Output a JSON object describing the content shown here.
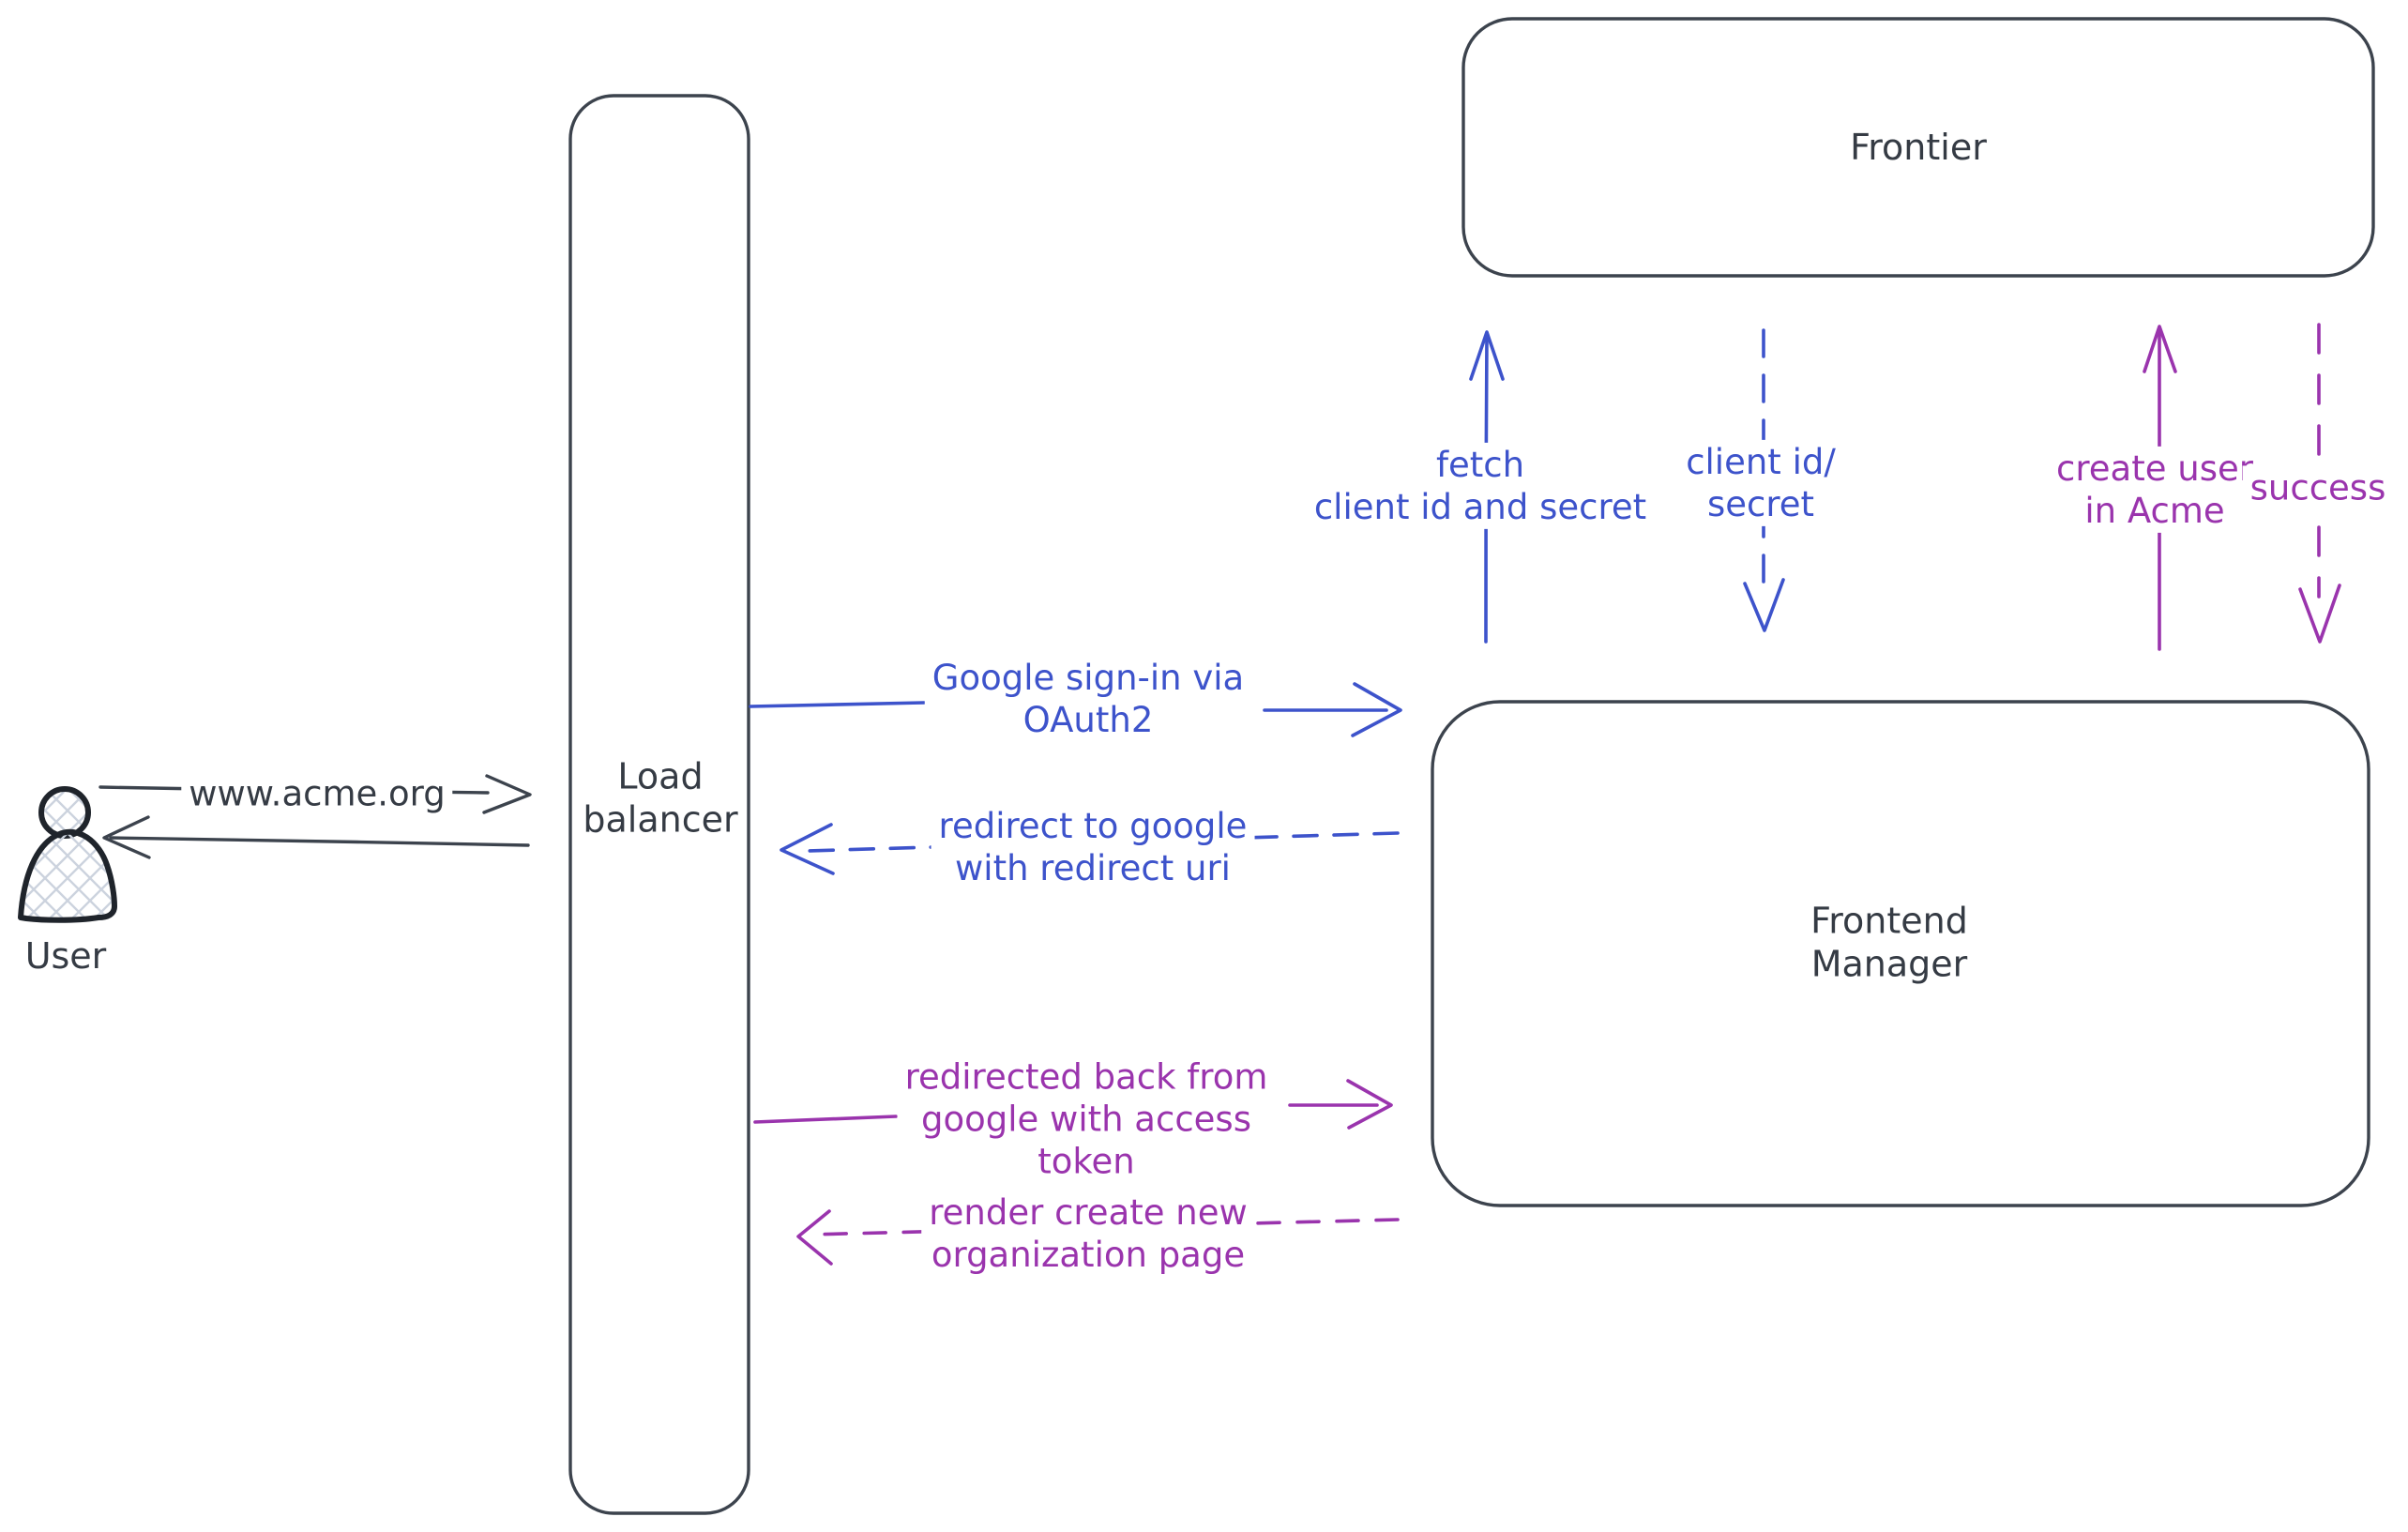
{
  "diagram": {
    "palette": {
      "ink": "#3c434d",
      "blue": "#3d53cb",
      "purple": "#9a34ad"
    },
    "nodes": {
      "user": {
        "label": "User",
        "shape": "person"
      },
      "load_balancer": {
        "label": "Load\nbalancer",
        "shape": "rounded-rect"
      },
      "frontier": {
        "label": "Frontier",
        "shape": "rounded-rect"
      },
      "frontend_manager": {
        "label": "Frontend\nManager",
        "shape": "rounded-rect"
      }
    },
    "edges": {
      "user_request": {
        "label": "www.acme.org",
        "style": "solid",
        "color": "#3c434d",
        "from": "user",
        "to": "load_balancer"
      },
      "lb_response": {
        "label": "",
        "style": "solid",
        "color": "#3c434d",
        "from": "load_balancer",
        "to": "user"
      },
      "google_signin": {
        "label": "Google sign-in via\nOAuth2",
        "style": "solid",
        "color": "#3d53cb",
        "from": "load_balancer",
        "to": "frontend_manager"
      },
      "redirect_google": {
        "label": "redirect to google\nwith redirect uri",
        "style": "dashed",
        "color": "#3d53cb",
        "from": "frontend_manager",
        "to": "load_balancer"
      },
      "redirected_back": {
        "label": "redirected back from\ngoogle with access\ntoken",
        "style": "solid",
        "color": "#9a34ad",
        "from": "load_balancer",
        "to": "frontend_manager"
      },
      "render_create": {
        "label": "render create new\norganization page",
        "style": "dashed",
        "color": "#9a34ad",
        "from": "frontend_manager",
        "to": "load_balancer"
      },
      "fetch_client": {
        "label": "fetch\nclient id and secret",
        "style": "solid",
        "color": "#3d53cb",
        "from": "frontend_manager",
        "to": "frontier"
      },
      "client_id_secret": {
        "label": "client id/\nsecret",
        "style": "dashed",
        "color": "#3d53cb",
        "from": "frontier",
        "to": "frontend_manager"
      },
      "create_user": {
        "label": "create user\nin Acme",
        "style": "solid",
        "color": "#9a34ad",
        "from": "frontend_manager",
        "to": "frontier"
      },
      "success": {
        "label": "success",
        "style": "dashed",
        "color": "#9a34ad",
        "from": "frontier",
        "to": "frontend_manager"
      }
    }
  }
}
